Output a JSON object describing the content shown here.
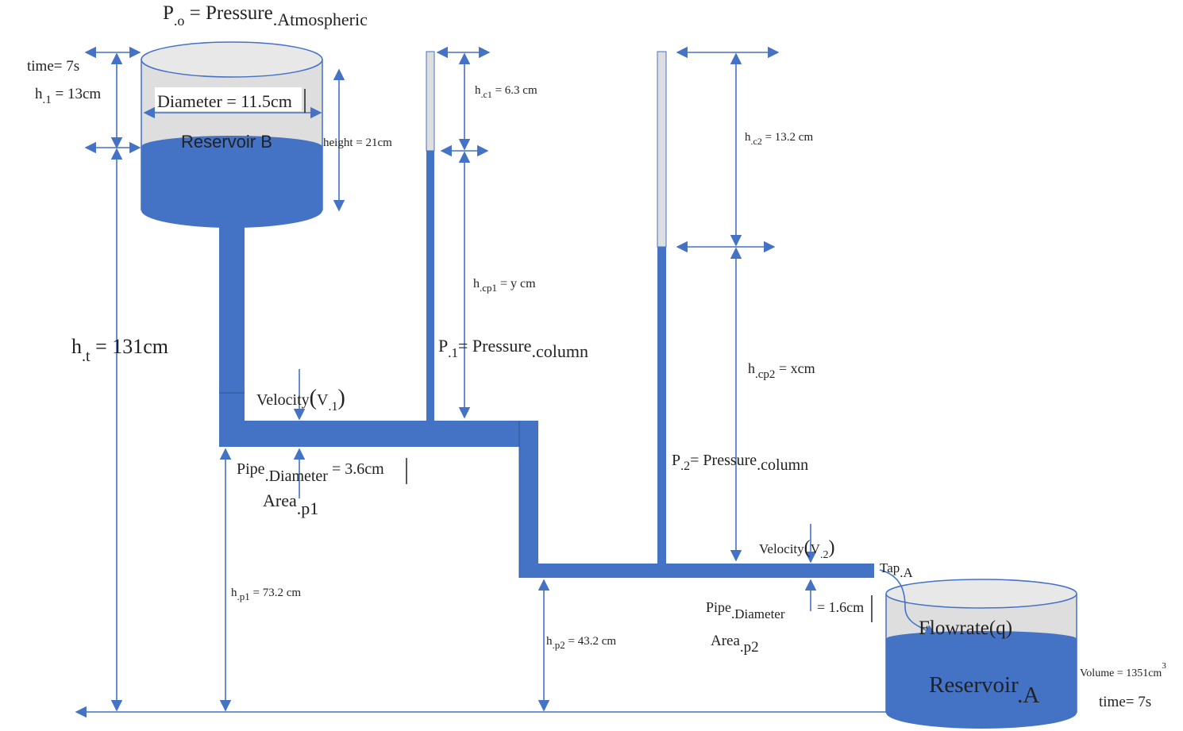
{
  "atmos": {
    "p": "P",
    "sub": ".o",
    "eq": " = Pressure",
    "atm": ".Atmospheric"
  },
  "top_left": {
    "time": "time= 7s",
    "h1_main": "h",
    "h1_sub": ".1",
    "h1_val": " = 13cm"
  },
  "reservoir_b": {
    "diameter": "Diameter  =  11.5cm",
    "label": "Reservoir B",
    "height": "height  = 21cm"
  },
  "ht": {
    "main": "h",
    "sub": ".t",
    "val": " = 131cm"
  },
  "column1": {
    "hc1_main": "h",
    "hc1_sub": ".c1",
    "hc1_val": " = 6.3 cm",
    "hcp1_main": "h",
    "hcp1_sub": ".cp1",
    "hcp1_val": " = y cm",
    "p1_main": "P",
    "p1_sub": ".1",
    "p1_eq": "= Pressure",
    "p1_col": ".column"
  },
  "column2": {
    "hc2_main": "h",
    "hc2_sub": ".c2",
    "hc2_val": " = 13.2 cm",
    "hcp2_main": "h",
    "hcp2_sub": ".cp2",
    "hcp2_val": " = xcm",
    "p2_main": "P",
    "p2_sub": ".2",
    "p2_eq": "= Pressure",
    "p2_col": ".column"
  },
  "pipe1": {
    "velocity": "Velocity",
    "v_paren_open": "(",
    "v_main": "V",
    "v_sub": ".1",
    "v_paren_close": ")",
    "pipe": "Pipe",
    "pipe_sub": ".Diameter",
    "pipe_val": " = 3.6cm",
    "area": "Area",
    "area_sub": ".p1",
    "hp1_main": "h",
    "hp1_sub": ".p1",
    "hp1_val": " = 73.2 cm"
  },
  "pipe2": {
    "velocity": "Velocity",
    "v_paren_open": "(",
    "v_main": "V",
    "v_sub": ".2",
    "v_paren_close": ")",
    "pipe": "Pipe",
    "pipe_sub": ".Diameter",
    "pipe_val": " = 1.6cm",
    "area": "Area",
    "area_sub": ".p2",
    "hp2_main": "h",
    "hp2_sub": ".p2",
    "hp2_val": " = 43.2 cm"
  },
  "tap": {
    "main": "Tap",
    "sub": ".A"
  },
  "reservoir_a": {
    "flowrate": "Flowrate(q)",
    "label": "Reservoir",
    "label_sub": ".A",
    "volume": "Volume = 1351cm",
    "volume_sup": "3",
    "time": "time= 7s"
  },
  "colors": {
    "water": "#4472c4",
    "air": "#dedede",
    "arrows": "#4472c4"
  }
}
